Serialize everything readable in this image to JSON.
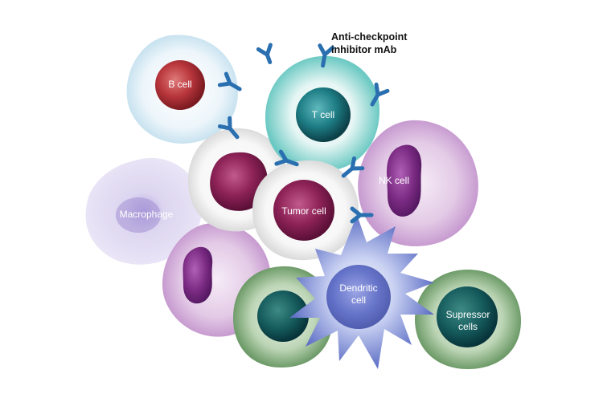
{
  "labels": {
    "b_cell": "B cell",
    "t_cell": "T cell",
    "nk_cell": "NK cell",
    "tumor_cell": "Tumor cell",
    "macrophage": "Macrophage",
    "dendritic_cell_line1": "Dendritic",
    "dendritic_cell_line2": "cell",
    "supressor_cells_line1": "Supressor",
    "supressor_cells_line2": "cells",
    "antibody_line1": "Anti-checkpoint",
    "antibody_line2": "inhibitor mAb"
  },
  "colors": {
    "antibody": "#2a6fb0",
    "b_cell": "#b8363c",
    "t_cell": "#2c9ea0",
    "tumor": "#9c2a62",
    "nk": "#c79bd0",
    "macrophage": "#a99bd4",
    "dendritic": "#6274c8",
    "suppressor": "#4f8a55"
  }
}
